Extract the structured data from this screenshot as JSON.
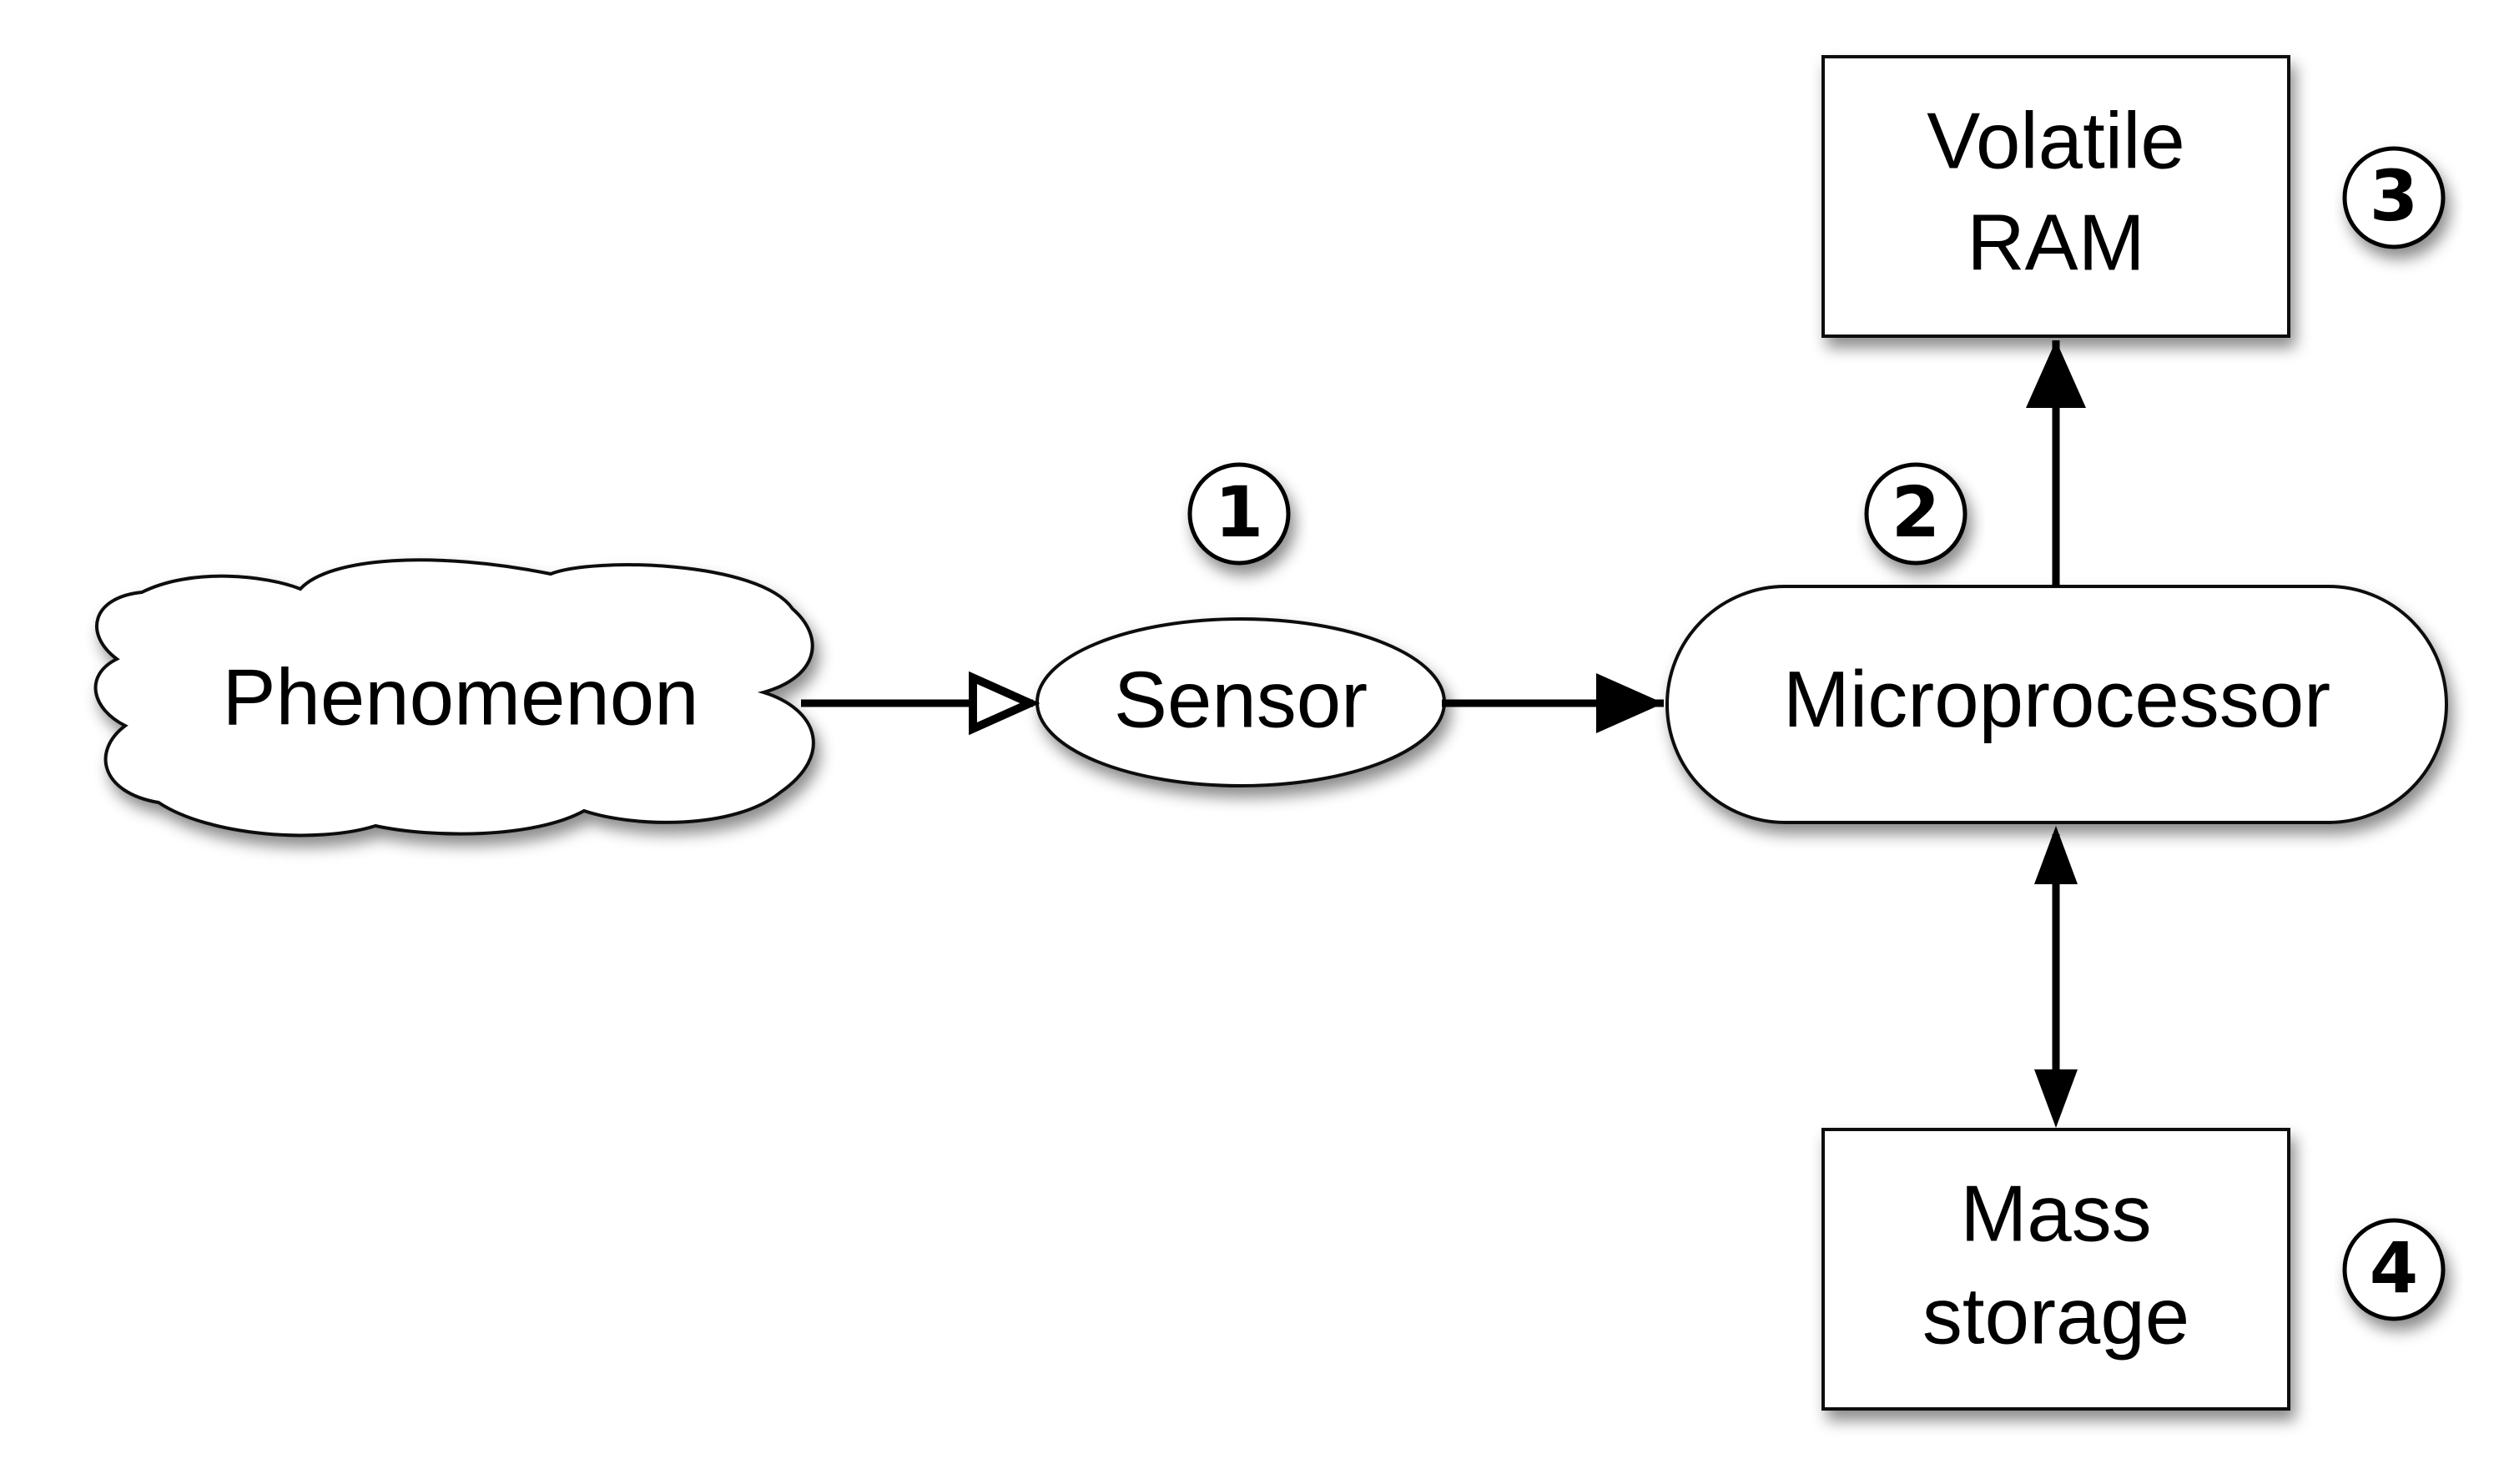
{
  "diagram": {
    "nodes": {
      "phenomenon": "Phenomenon",
      "sensor": "Sensor",
      "microprocessor": "Microprocessor",
      "ram_line1": "Volatile",
      "ram_line2": "RAM",
      "storage_line1": "Mass",
      "storage_line2": "storage"
    },
    "badges": {
      "one": "1",
      "two": "2",
      "three": "3",
      "four": "4"
    }
  }
}
